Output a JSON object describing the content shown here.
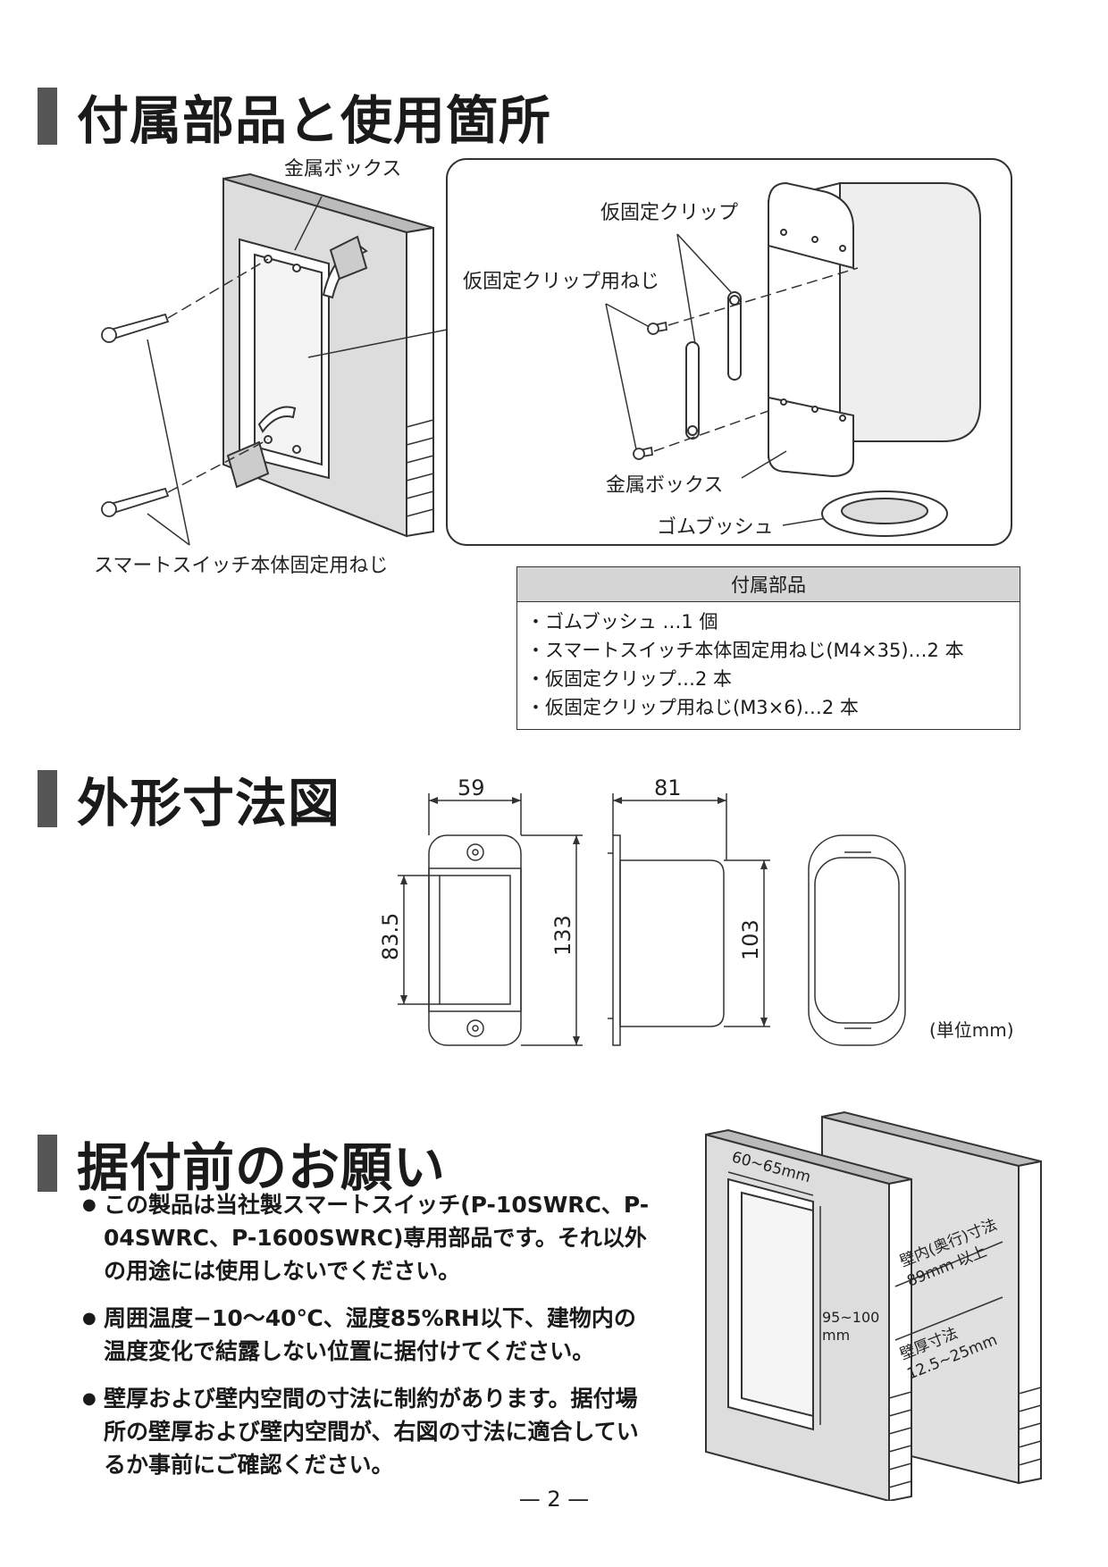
{
  "sections": {
    "accessories_heading": "付属部品と使用箇所",
    "dimensions_heading": "外形寸法図",
    "precautions_heading": "据付前のお願い"
  },
  "diagram1": {
    "metal_box_top": "金属ボックス",
    "temp_clip": "仮固定クリップ",
    "temp_clip_screw": "仮固定クリップ用ねじ",
    "metal_box_bottom": "金属ボックス",
    "rubber_bush": "ゴムブッシュ",
    "switch_screw": "スマートスイッチ本体固定用ねじ"
  },
  "parts_table": {
    "header": "付属部品",
    "items": [
      "ゴムブッシュ …1 個",
      "スマートスイッチ本体固定用ねじ(M4×35)…2 本",
      "仮固定クリップ…2 本",
      "仮固定クリップ用ねじ(M3×6)…2 本"
    ]
  },
  "dimensions": {
    "width": "59",
    "depth": "81",
    "hole_pitch": "83.5",
    "height": "133",
    "body_height": "103",
    "unit": "(単位mm)"
  },
  "precautions": [
    "この製品は当社製スマートスイッチ(P-10SWRC、P-04SWRC、P-1600SWRC)専用部品です。それ以外の用途には使用しないでください。",
    "周囲温度−10〜40℃、湿度85%RH以下、建物内の温度変化で結露しない位置に据付けてください。",
    "壁厚および壁内空間の寸法に制約があります。据付場所の壁厚および壁内空間が、右図の寸法に適合しているか事前にご確認ください。"
  ],
  "wall_diagram": {
    "opening_width": "60~65mm",
    "opening_height_1": "95~100",
    "opening_height_2": "mm",
    "cavity_label": "壁内(奥行)寸法",
    "cavity_value": "89mm 以上",
    "wall_label": "壁厚寸法",
    "wall_value": "12.5~25mm"
  },
  "page_number": "— 2 —"
}
